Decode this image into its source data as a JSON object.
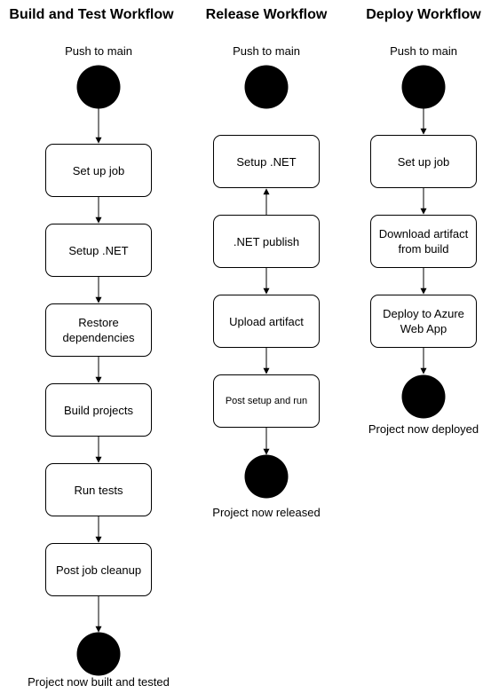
{
  "build": {
    "title": "Build and Test Workflow",
    "trigger": "Push to main",
    "steps": [
      "Set up job",
      "Setup .NET",
      "Restore\ndependencies",
      "Build projects",
      "Run tests",
      "Post job cleanup"
    ],
    "end": "Project now built and tested"
  },
  "release": {
    "title": "Release Workflow",
    "trigger": "Push to main",
    "steps": [
      "Setup .NET",
      ".NET publish",
      "Upload artifact",
      "Post setup and run"
    ],
    "end": "Project now released"
  },
  "deploy": {
    "title": "Deploy Workflow",
    "trigger": "Push to main",
    "steps": [
      "Set up job",
      "Download artifact\nfrom build",
      "Deploy to Azure\nWeb App"
    ],
    "end": "Project now deployed"
  }
}
